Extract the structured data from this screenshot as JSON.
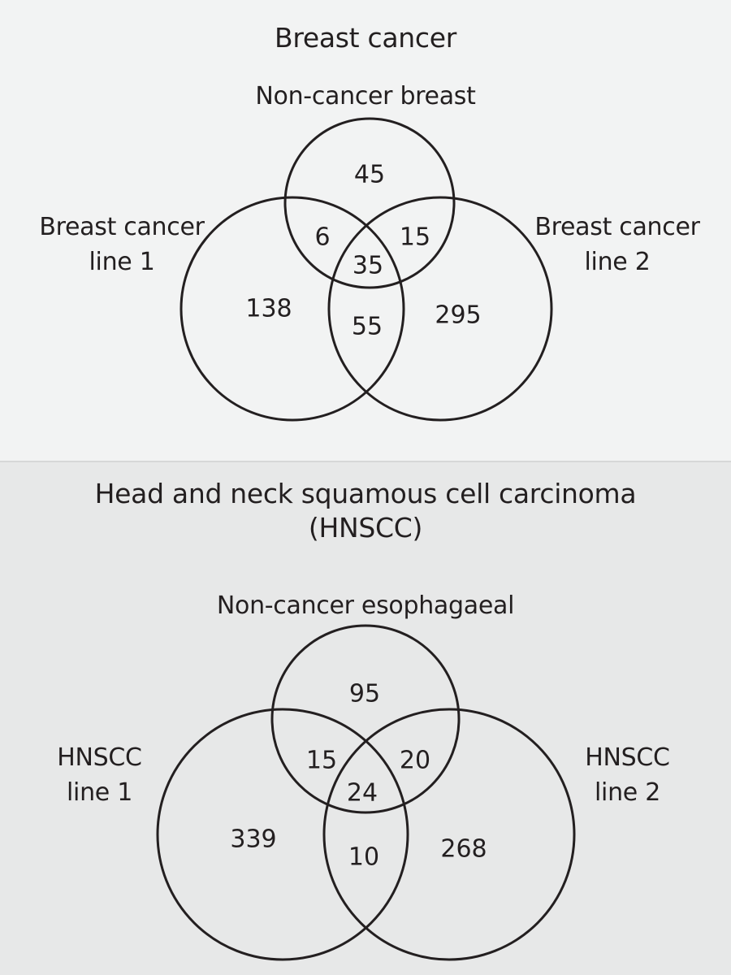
{
  "panels": [
    {
      "title": "Breast cancer",
      "label_top": "Non-cancer breast",
      "label_left": "Breast cancer\nline 1",
      "label_right": "Breast cancer\nline 2",
      "regions": {
        "top_only": "45",
        "top_left": "6",
        "top_right": "15",
        "center": "35",
        "left_only": "138",
        "left_right": "55",
        "right_only": "295"
      }
    },
    {
      "title": "Head and neck squamous cell carcinoma\n(HNSCC)",
      "label_top": "Non-cancer esophagaeal",
      "label_left": "HNSCC\nline 1",
      "label_right": "HNSCC\nline 2",
      "regions": {
        "top_only": "95",
        "top_left": "15",
        "top_right": "20",
        "center": "24",
        "left_only": "339",
        "left_right": "10",
        "right_only": "268"
      }
    }
  ]
}
